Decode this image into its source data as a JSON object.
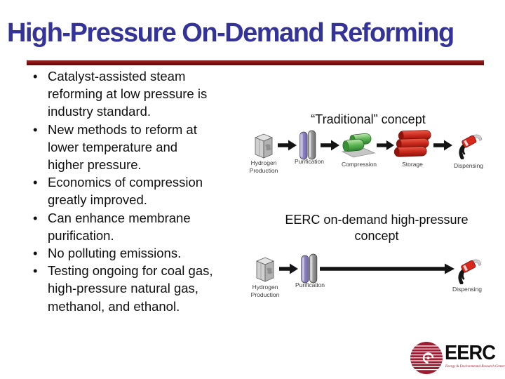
{
  "slide": {
    "title": "High-Pressure On-Demand Reforming",
    "bullets": [
      "Catalyst-assisted steam\nreforming at low pressure is\nindustry standard.",
      "New methods to reform at\nlower temperature and\nhigher pressure.",
      "Economics of compression\ngreatly improved.",
      "Can enhance membrane\npurification.",
      "No polluting emissions.",
      "Testing ongoing for coal gas,\nhigh-pressure natural gas,\nmethanol, and ethanol."
    ],
    "traditional": {
      "heading": "“Traditional” concept",
      "steps": [
        {
          "label": "Hydrogen\nProduction",
          "icon": "hydrogen-production-icon"
        },
        {
          "label": "Purification",
          "icon": "purification-columns-icon"
        },
        {
          "label": "Compression",
          "icon": "compression-cylinders-icon"
        },
        {
          "label": "Storage",
          "icon": "storage-tanks-icon"
        },
        {
          "label": "Dispensing",
          "icon": "fuel-nozzle-icon"
        }
      ]
    },
    "eerc_concept": {
      "heading": "EERC on-demand high-pressure\nconcept",
      "steps": [
        {
          "label": "Hydrogen\nProduction",
          "icon": "hydrogen-production-icon"
        },
        {
          "label": "Purification",
          "icon": "purification-columns-icon"
        },
        {
          "label": "Dispensing",
          "icon": "fuel-nozzle-icon"
        }
      ]
    },
    "logo": {
      "text": "EERC",
      "tagline": "Energy & Environmental Research Center"
    },
    "colors": {
      "title_blue": "#333399",
      "rule_maroon": "#7a1010",
      "arrow_black": "#141414",
      "purification_lavender": "#8d85c0",
      "compression_green": "#5cb553",
      "storage_red": "#c6261a",
      "logo_crimson": "#9d1c30"
    }
  }
}
